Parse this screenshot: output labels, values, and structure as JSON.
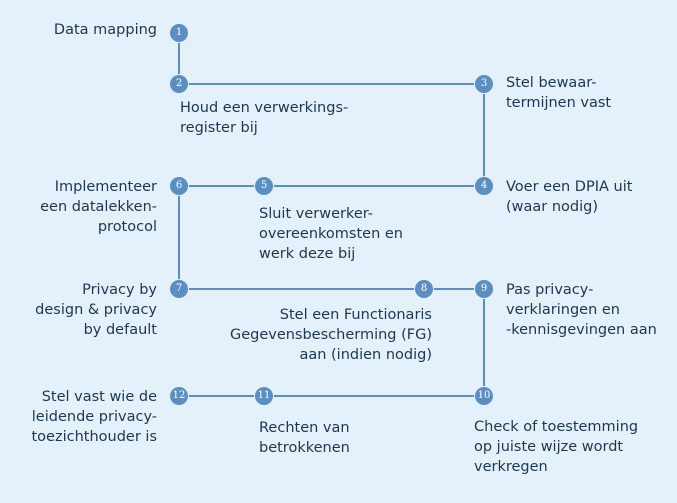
{
  "steps": [
    {
      "n": "1",
      "text": "Data mapping"
    },
    {
      "n": "2",
      "text": "Houd een verwerkings-\nregister bij"
    },
    {
      "n": "3",
      "text": "Stel bewaar-\ntermijnen vast"
    },
    {
      "n": "4",
      "text": "Voer een DPIA uit\n(waar nodig)"
    },
    {
      "n": "5",
      "text": "Sluit verwerker-\novereenkomsten en\nwerk deze bij"
    },
    {
      "n": "6",
      "text": "Implementeer\neen datalekken-\nprotocol"
    },
    {
      "n": "7",
      "text": "Privacy by\ndesign & privacy\nby default"
    },
    {
      "n": "8",
      "text": "Stel een Functionaris\nGegevensbescherming (FG)\naan (indien nodig)"
    },
    {
      "n": "9",
      "text": "Pas privacy-\nverklaringen en\n-kennisgevingen aan"
    },
    {
      "n": "10",
      "text": "Check of toestemming\nop juiste wijze wordt\nverkregen"
    },
    {
      "n": "11",
      "text": "Rechten van\nbetrokkenen"
    },
    {
      "n": "12",
      "text": "Stel vast wie de\nleidende privacy-\ntoezichthouder is"
    }
  ],
  "colors": {
    "line": "#5b8ec3",
    "node": "#5b8ec3",
    "text": "#1f3550",
    "background": "#e4f1fa"
  }
}
